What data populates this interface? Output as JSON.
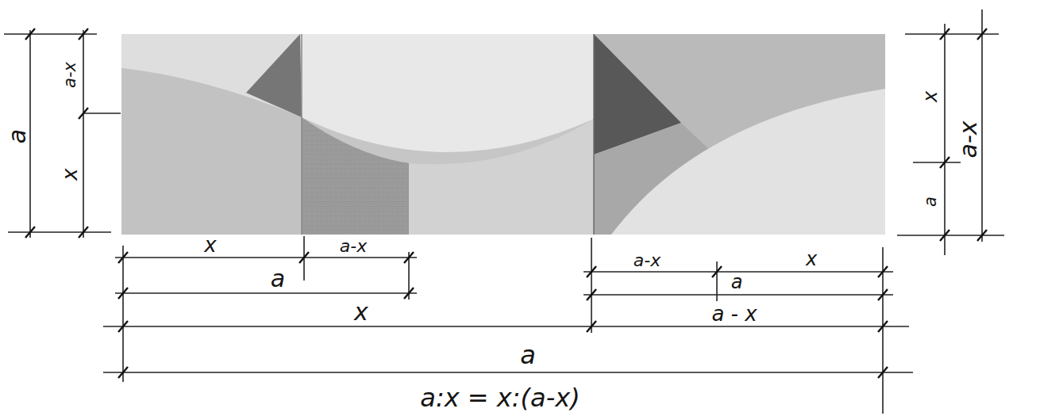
{
  "diagram": {
    "labels": [
      "a",
      "a-x",
      "x",
      "x",
      "a",
      "a-x",
      "x",
      "a-x",
      "a-x",
      "x",
      "a",
      "a",
      "x",
      "a - x",
      "a",
      "a:x = x:(a-x)"
    ]
  }
}
